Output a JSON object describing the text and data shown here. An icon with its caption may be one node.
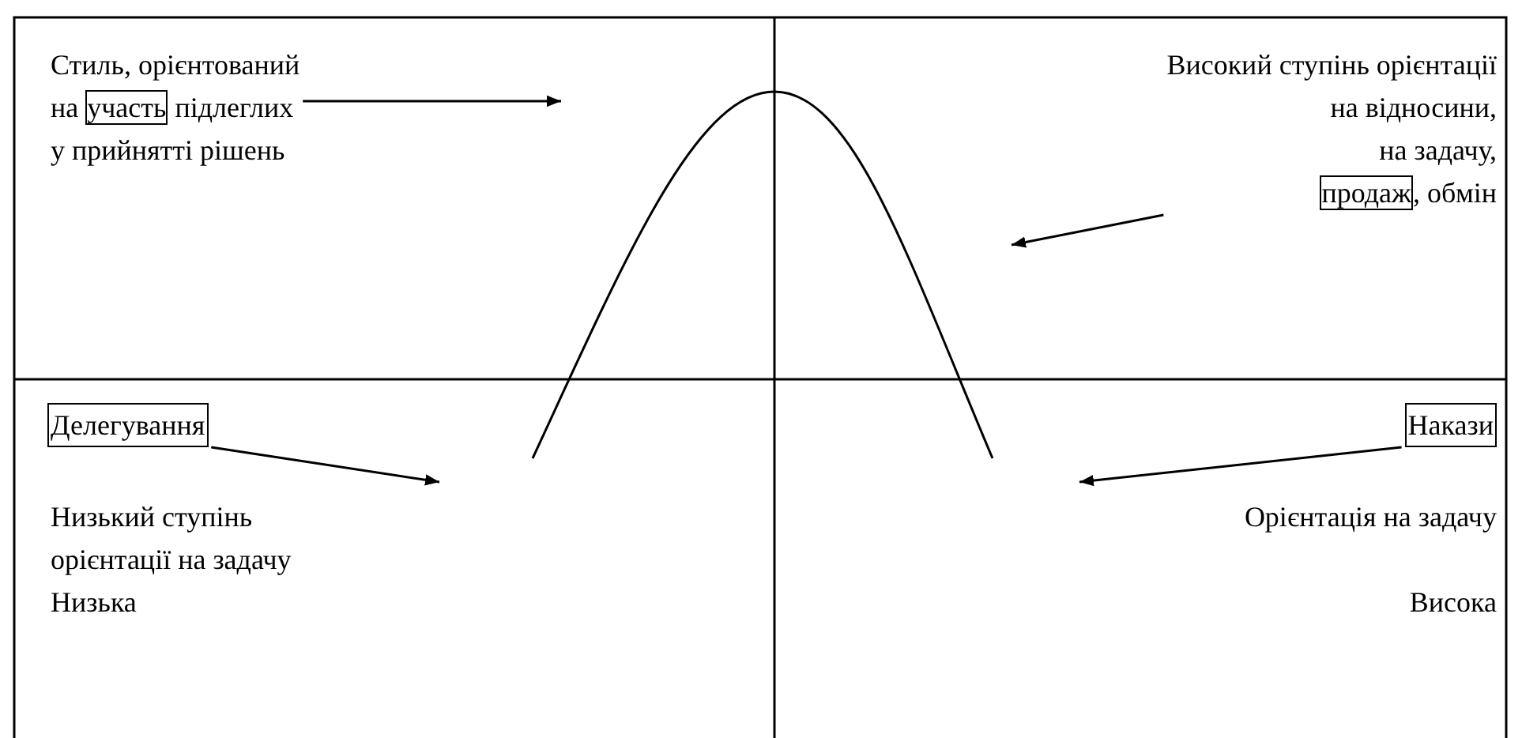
{
  "diagram": {
    "nodes": [
      {
        "text": [
          "Стиль, орієнтований на участь підлеглих у прийнятті рішень"
        ]
      },
      {
        "text": [
          "Високий ступінь орієнтації на відносини, на задачу, продаж, обмін"
        ]
      },
      {
        "text": [
          "Делегування"
        ]
      },
      {
        "text": [
          "Накази"
        ]
      }
    ],
    "edges": [
      {
        "from": 0,
        "to": null,
        "arrow": "to"
      },
      {
        "from": 1,
        "to": null,
        "arrow": "to"
      },
      {
        "from": 2,
        "to": null,
        "arrow": "to"
      },
      {
        "from": 3,
        "to": null,
        "arrow": "to"
      }
    ],
    "labels": [
      "Низький ступінь орієнтації на задачу",
      "Низька",
      "Орієнтація на задачу",
      "Висока"
    ]
  }
}
